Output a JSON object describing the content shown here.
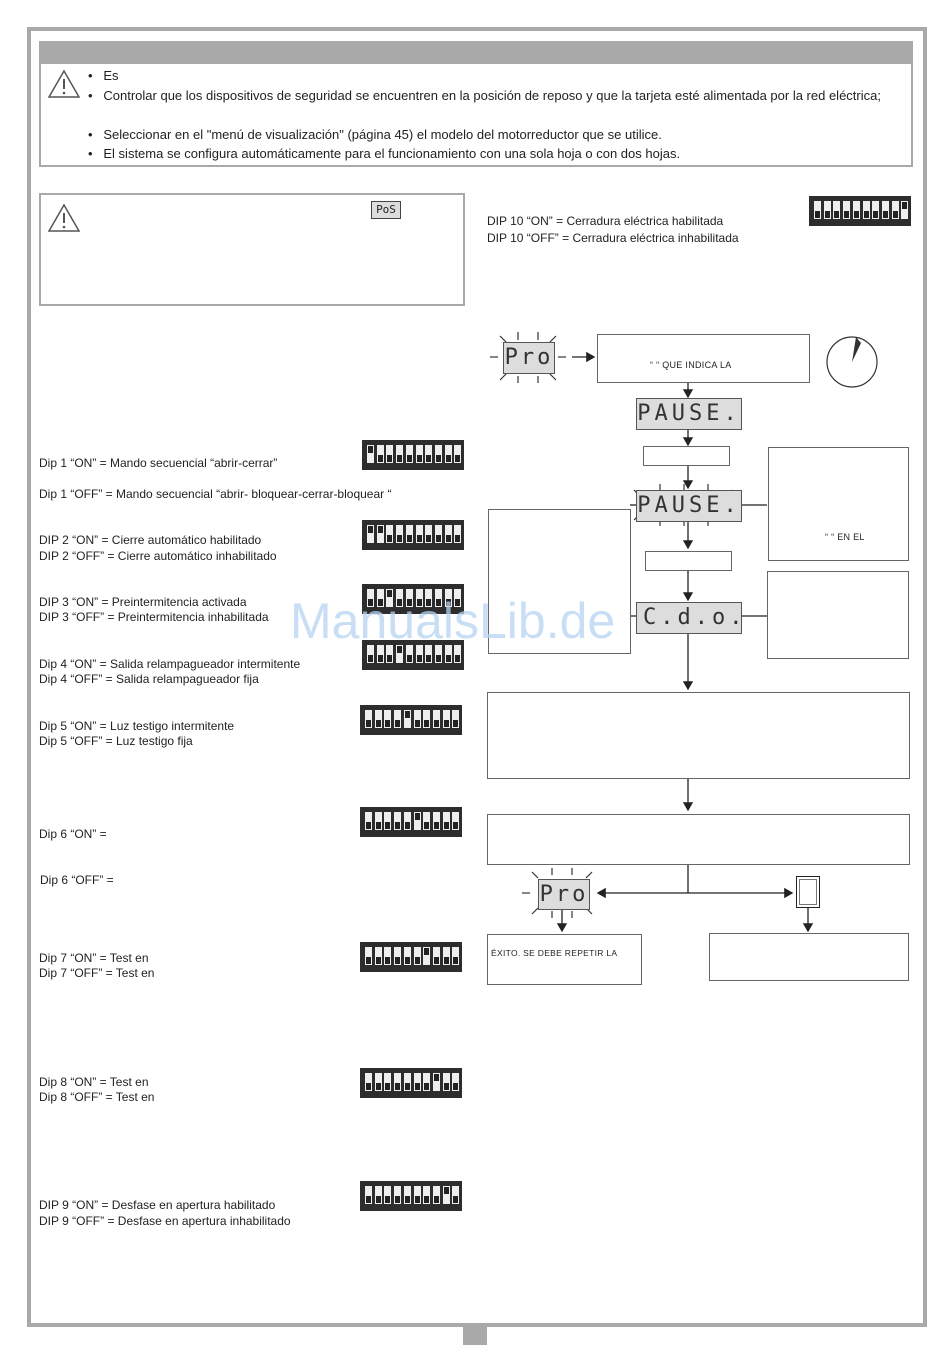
{
  "top_box": {
    "bullets": [
      "Es",
      "Controlar que los dispositivos de seguridad se encuentren en la posición de reposo y que la tarjeta esté alimentada por la red eléctrica;",
      "Seleccionar en el \"menú de visualización\" (página 45) el modelo del motorreductor que se utilice.",
      "El sistema se configura automáticamente para el funcionamiento con una sola hoja o con dos hojas."
    ]
  },
  "warning_box": {
    "lcd_text": "PoS"
  },
  "dip10": {
    "on": "DIP 10 “ON”   =  Cerradura eléctrica habilitada",
    "off": "DIP 10 “OFF” =  Cerradura eléctrica inhabilitada"
  },
  "dips": [
    {
      "on": "Dip 1 “ON”    =   Mando secuencial  “abrir-cerrar”",
      "off": "Dip 1 “OFF”   =   Mando secuencial  “abrir- bloquear-cerrar-bloquear “"
    },
    {
      "on": "DIP 2 “ON”    =   Cierre automático habilitado",
      "off": "DIP 2 “OFF”  =   Cierre automático inhabilitado"
    },
    {
      "on": "DIP 3 “ON”    =   Preintermitencia activada",
      "off": "DIP 3 “OFF”  =   Preintermitencia inhabilitada"
    },
    {
      "on": "Dip 4 “ON”    =   Salida relampagueador intermitente",
      "off": "Dip 4 “OFF”   =   Salida relampagueador fija"
    },
    {
      "on": "Dip 5 “ON”    = Luz testigo intermitente",
      "off": "Dip 5 “OFF”   = Luz testigo fija"
    },
    {
      "on": "Dip 6 “ON”    =",
      "off": "Dip 6 “OFF”  ="
    },
    {
      "on": "Dip 7 “ON”    = Test en",
      "off": "Dip 7 “OFF”   = Test en"
    },
    {
      "on": "Dip 8 “ON”    = Test en",
      "off": "Dip 8 “OFF”   = Test en"
    },
    {
      "on": "DIP 9 “ON”    =   Desfase en apertura habilitado",
      "off": "DIP 9 “OFF”  =   Desfase en apertura inhabilitado"
    }
  ],
  "flow": {
    "lcd_pro": "Pro",
    "lcd_pause": "PAUSE.",
    "lcd_pause2": "PAUSE.",
    "lcd_cdo": "C.d.o.",
    "lcd_pro2": "Pro",
    "box1_text": "“         “ QUE INDICA LA",
    "side_right_text": "“          “ EN EL",
    "bottom_left_text": "ÉXITO. SE DEBE REPETIR LA"
  },
  "watermark": "ManualsLib.de"
}
